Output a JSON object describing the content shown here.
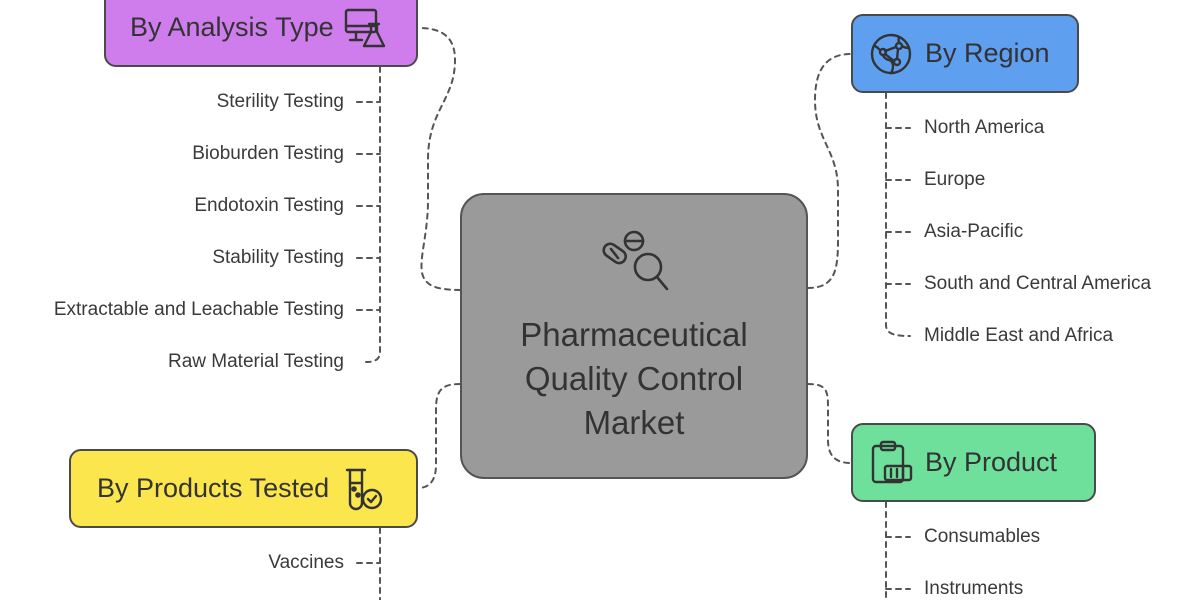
{
  "center": {
    "title": "Pharmaceutical Quality Control Market",
    "icon": "pills-magnifier-icon"
  },
  "categories": {
    "analysis_type": {
      "label": "By Analysis Type",
      "color": "#cf7ded",
      "icon": "monitor-flask-icon",
      "items": [
        "Sterility Testing",
        "Bioburden Testing",
        "Endotoxin Testing",
        "Stability Testing",
        "Extractable and Leachable Testing",
        "Raw Material Testing"
      ]
    },
    "region": {
      "label": "By Region",
      "color": "#5e9ff0",
      "icon": "globe-network-icon",
      "items": [
        "North America",
        "Europe",
        "Asia-Pacific",
        "South and Central America",
        "Middle East and Africa"
      ]
    },
    "products_tested": {
      "label": "By Products Tested",
      "color": "#fbe64d",
      "icon": "test-tube-check-icon",
      "items": [
        "Vaccines"
      ]
    },
    "product": {
      "label": "By Product",
      "color": "#6ee09c",
      "icon": "clipboard-device-icon",
      "items": [
        "Consumables",
        "Instruments"
      ]
    }
  }
}
